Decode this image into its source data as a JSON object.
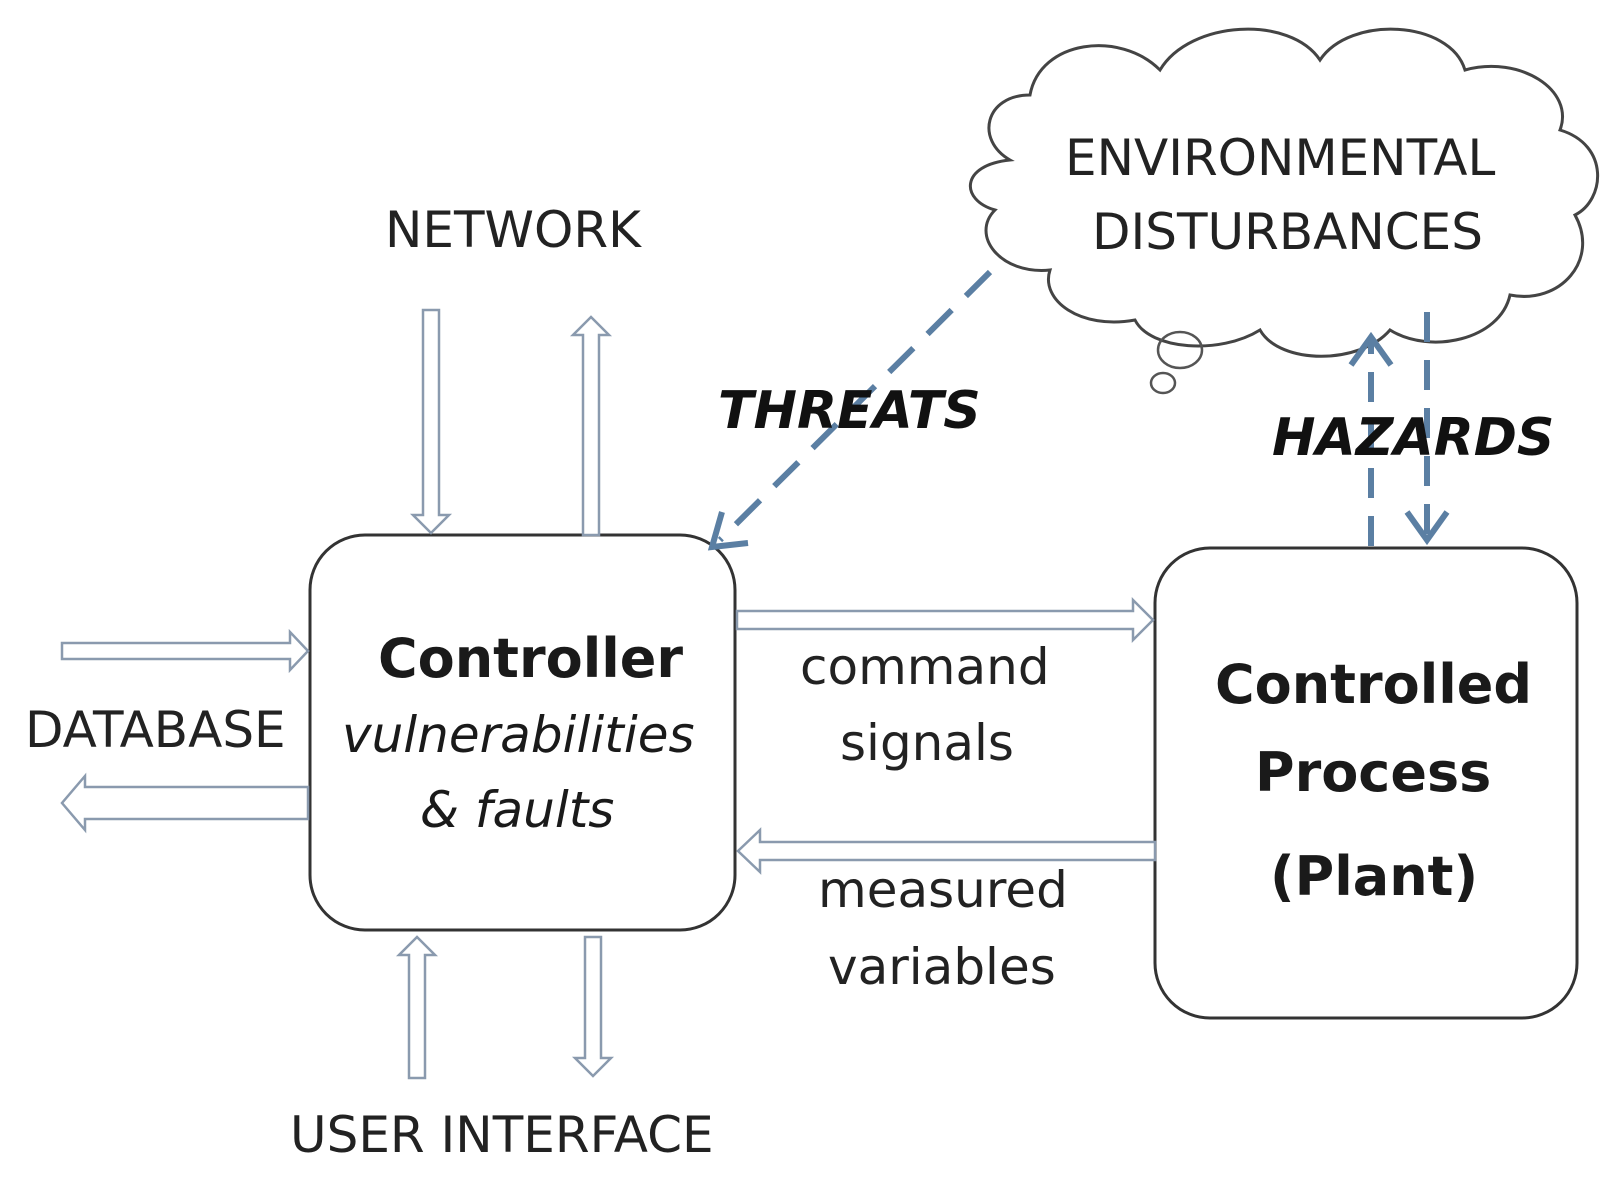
{
  "labels": {
    "network": "NETWORK",
    "database": "DATABASE",
    "user_interface": "USER INTERFACE",
    "environment_line1": "ENVIRONMENTAL",
    "environment_line2": "DISTURBANCES",
    "threats": "THREATS",
    "hazards": "HAZARDS",
    "command_line1": "command",
    "command_line2": "signals",
    "measured_line1": "measured",
    "measured_line2": "variables"
  },
  "controller": {
    "title": "Controller",
    "subtitle_line1": "vulnerabilities",
    "subtitle_line2": "& faults"
  },
  "process": {
    "line1": "Controlled",
    "line2": "Process",
    "line3": "(Plant)"
  },
  "colors": {
    "box_stroke": "#333333",
    "arrow_stroke": "#8a9aae",
    "dashed_arrow": "#5b7fa3",
    "cloud_stroke": "#444444"
  }
}
